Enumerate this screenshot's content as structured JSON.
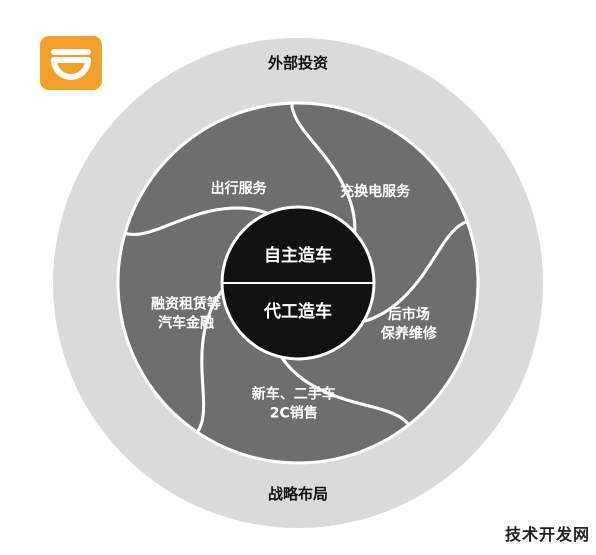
{
  "logo": {
    "name": "didi-logo-icon",
    "color": "#f5a623"
  },
  "outer_ring": {
    "top_label": "外部投资",
    "bottom_label": "战略布局"
  },
  "center": {
    "top_label": "自主造车",
    "bottom_label": "代工造车"
  },
  "segments": [
    {
      "lines": [
        "出行服务"
      ]
    },
    {
      "lines": [
        "充换电服务"
      ]
    },
    {
      "lines": [
        "后市场",
        "保养维修"
      ]
    },
    {
      "lines": [
        "新车、二手车",
        "2C销售"
      ]
    },
    {
      "lines": [
        "融资租赁等",
        "汽车金融"
      ]
    }
  ],
  "watermark": "技术开发网",
  "colors": {
    "outer_ring": "#dadada",
    "segment_fill": "#6e6e6e",
    "segment_stroke": "#ffffff",
    "center_fill": "#111111",
    "label_dark": "#111111",
    "label_light": "#ffffff"
  }
}
